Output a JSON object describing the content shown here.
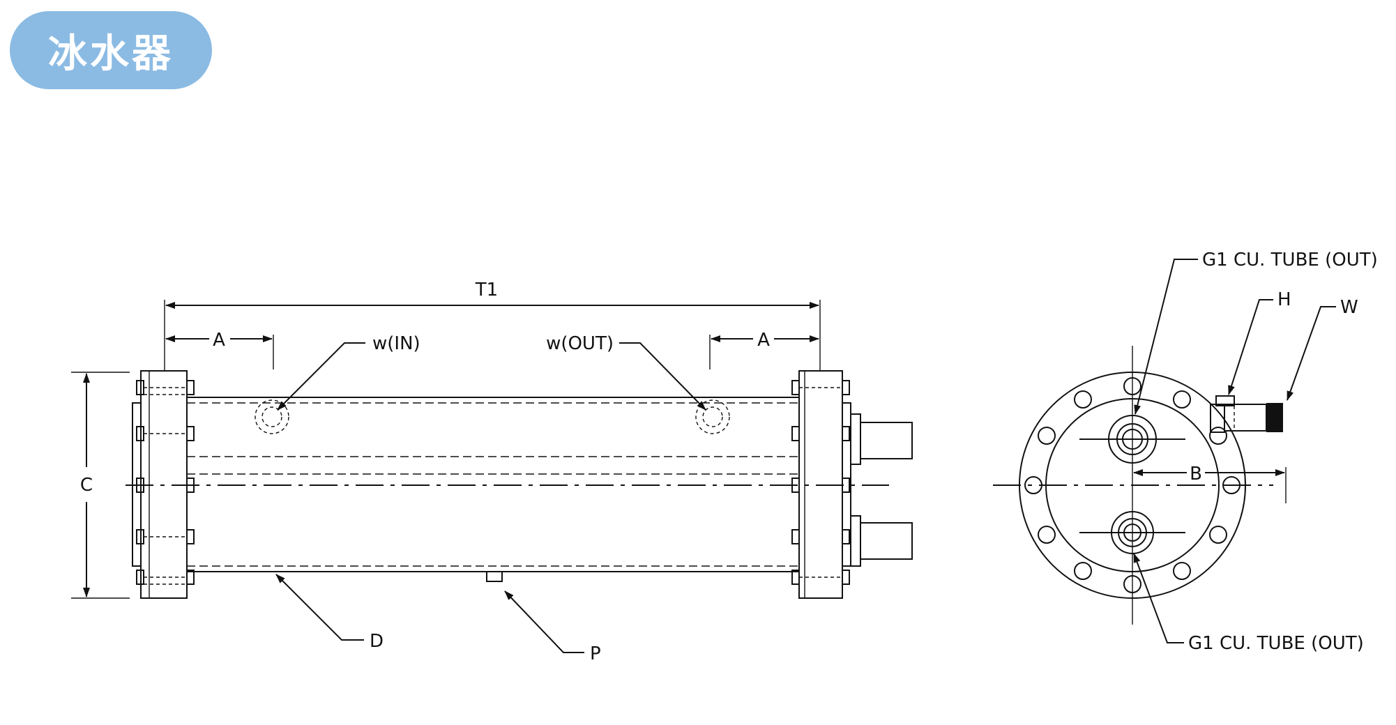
{
  "header": {
    "title": "冰水器"
  },
  "labels": {
    "t1": "T1",
    "a_left": "A",
    "a_right": "A",
    "w_in": "w(IN)",
    "w_out": "w(OUT)",
    "c": "C",
    "d": "D",
    "p": "P",
    "b": "B",
    "h": "H",
    "w": "W",
    "tube_top": "G1 CU. TUBE (OUT)",
    "tube_bottom": "G1 CU. TUBE (OUT)"
  },
  "colors": {
    "badge": "#8bbbe3",
    "ink": "#111111"
  }
}
